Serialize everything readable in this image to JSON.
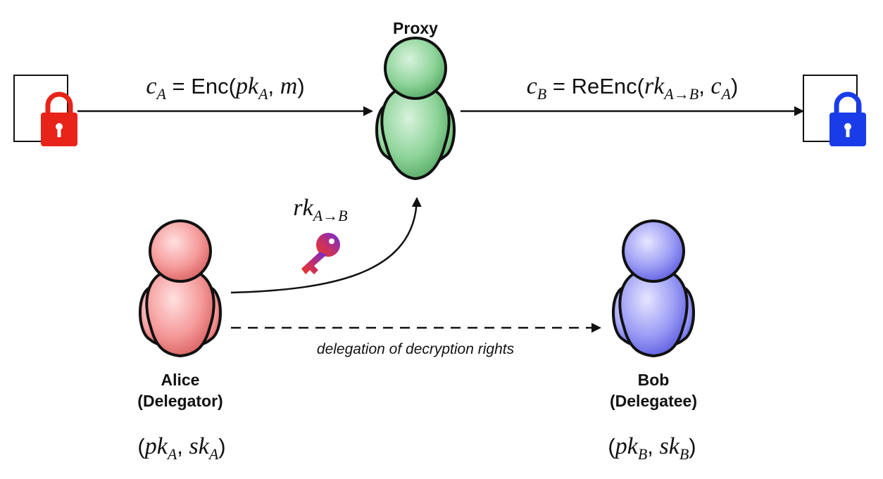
{
  "proxy": {
    "label": "Proxy"
  },
  "alice": {
    "label_line1": "Alice",
    "label_line2": "(Delegator)"
  },
  "bob": {
    "label_line1": "Bob",
    "label_line2": "(Delegatee)"
  },
  "edges": {
    "enc": {
      "lhs": "c",
      "lhs_sub": "A",
      "eq": " = ",
      "fn": "Enc",
      "args_open": "(",
      "arg1": "pk",
      "arg1_sub": "A",
      "sep": ", ",
      "arg2": "m",
      "args_close": ")"
    },
    "reenc": {
      "lhs": "c",
      "lhs_sub": "B",
      "eq": " = ",
      "fn": "ReEnc",
      "args_open": "(",
      "arg1": "rk",
      "arg1_sub": "A→B",
      "sep": ", ",
      "arg2": "c",
      "arg2_sub": "A",
      "args_close": ")"
    },
    "rekey": {
      "base": "rk",
      "sub": "A→B"
    },
    "delegation": {
      "text": "delegation of decryption rights"
    }
  },
  "keys": {
    "alice": {
      "open": "(",
      "pk": "pk",
      "pk_sub": "A",
      "sep": ", ",
      "sk": "sk",
      "sk_sub": "A",
      "close": ")"
    },
    "bob": {
      "open": "(",
      "pk": "pk",
      "pk_sub": "B",
      "sep": ", ",
      "sk": "sk",
      "sk_sub": "B",
      "close": ")"
    }
  },
  "colors": {
    "proxy": "#7dc98a",
    "alice": "#f28b8b",
    "bob": "#8c8cf2",
    "lock_left": "#e8231a",
    "lock_right": "#1a3ce8"
  },
  "icons": {
    "lock_left": "padlock-icon",
    "lock_right": "padlock-icon",
    "key": "key-icon"
  }
}
